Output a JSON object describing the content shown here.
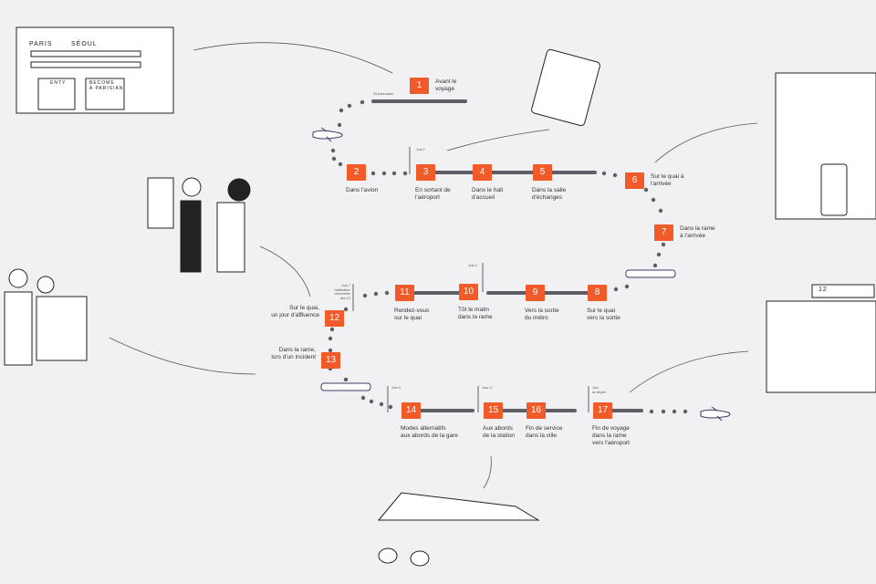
{
  "steps": [
    {
      "n": "1",
      "label": "Avant le\nvoyage"
    },
    {
      "n": "2",
      "label": "Dans l'avion"
    },
    {
      "n": "3",
      "label": "En sortant de\nl'aéroport"
    },
    {
      "n": "4",
      "label": "Dans le hall\nd'accueil"
    },
    {
      "n": "5",
      "label": "Dans la salle\nd'échanges"
    },
    {
      "n": "6",
      "label": "Sur le quai à\nl'arrivée"
    },
    {
      "n": "7",
      "label": "Dans la rame\nà l'arrivée"
    },
    {
      "n": "8",
      "label": "Sur le quai\nvers la sortie"
    },
    {
      "n": "9",
      "label": "Vers la sortie\ndu métro"
    },
    {
      "n": "10",
      "label": "Tôt le matin\ndans la rame"
    },
    {
      "n": "11",
      "label": "Rendez-vous\nsur le quai"
    },
    {
      "n": "12",
      "label": "Sur le quai,\nun jour d'affluence"
    },
    {
      "n": "13",
      "label": "Dans la rame,\nlors d'un incident"
    },
    {
      "n": "14",
      "label": "Modes alternatifs\naux abords de la gare"
    },
    {
      "n": "15",
      "label": "Aux abords\nde la station"
    },
    {
      "n": "16",
      "label": "Fin de service\ndans la ville"
    },
    {
      "n": "17",
      "label": "Fin de voyage\ndans la rame\nvers l'aéroport"
    }
  ],
  "milestones": [
    {
      "label": "30 jours avant"
    },
    {
      "label": "Jour 1"
    },
    {
      "label": "Jour 3"
    },
    {
      "label": "Jour 7\nCélébration\nd'ouverture\ndes JO"
    },
    {
      "label": "Jour 9"
    },
    {
      "label": "Jour 12"
    },
    {
      "label": "Jour\ndu départ"
    }
  ],
  "sketch": {
    "from": "PARIS",
    "to": "SÉOUL",
    "card1": "ENTY",
    "card2": "BECOME\nA PARISIAN",
    "metro_sign": "12"
  },
  "colors": {
    "accent": "#f15a29",
    "line": "#5e5e66",
    "background": "#f1f1f3"
  }
}
